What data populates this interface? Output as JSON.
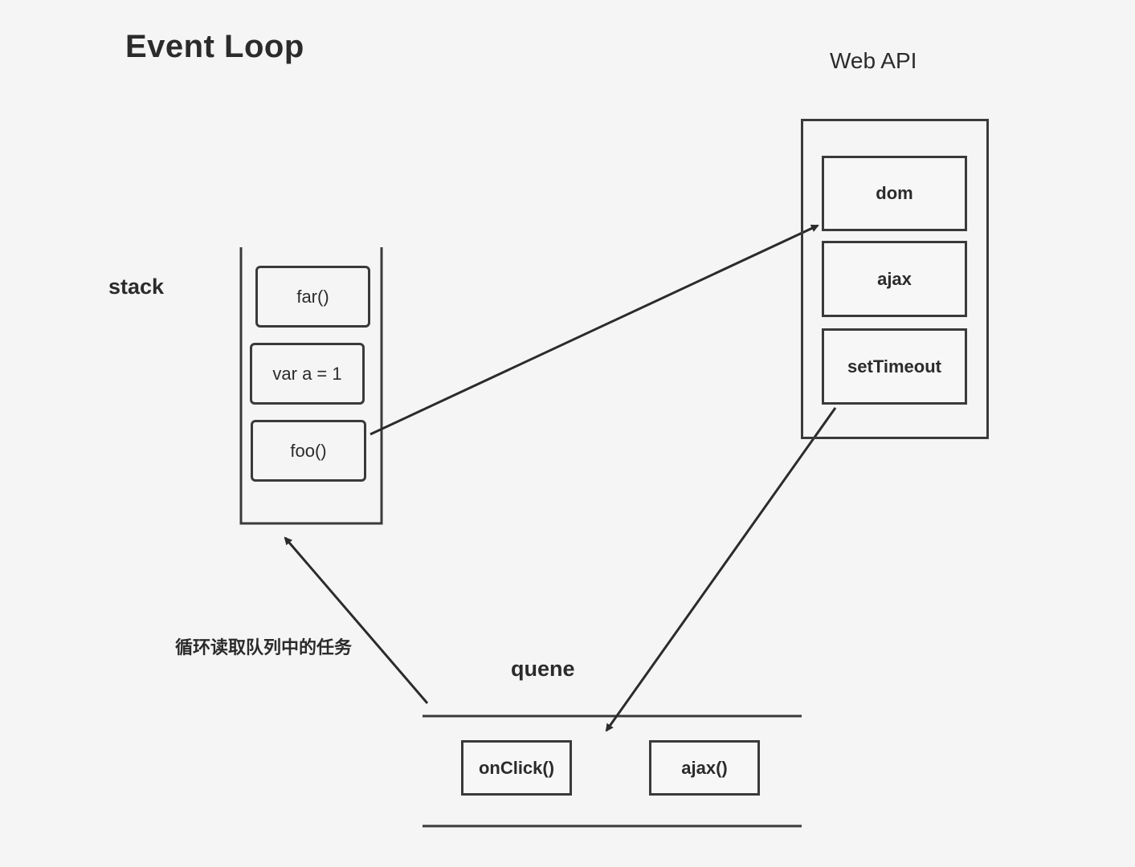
{
  "title": "Event Loop",
  "web_api": {
    "label": "Web API",
    "items": [
      "dom",
      "ajax",
      "setTimeout"
    ]
  },
  "stack": {
    "label": "stack",
    "items": [
      "far()",
      "var a = 1",
      "foo()"
    ]
  },
  "queue": {
    "label": "quene",
    "items": [
      "onClick()",
      "ajax()"
    ]
  },
  "loop_annotation": "循环读取队列中的任务",
  "colors": {
    "background": "#f5f5f5",
    "stroke": "#2b2b2b"
  }
}
